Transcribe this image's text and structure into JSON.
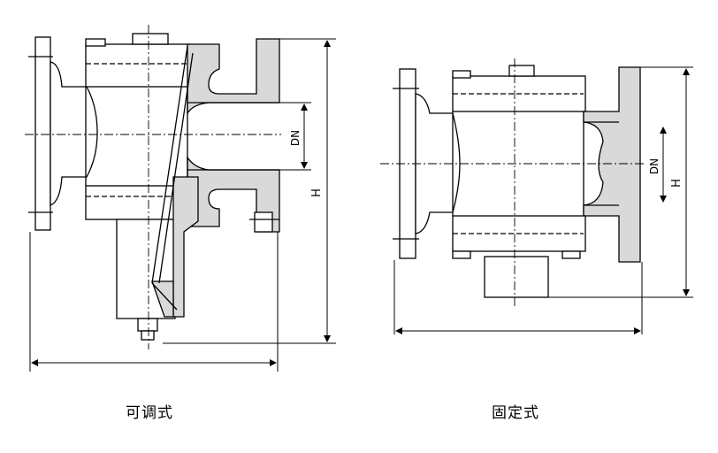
{
  "figures": [
    {
      "caption": "可调式",
      "dims": {
        "height": "H",
        "nominal_diameter": "DN"
      }
    },
    {
      "caption": "固定式",
      "dims": {
        "height": "H",
        "nominal_diameter": "DN"
      }
    }
  ],
  "colors": {
    "line": "#000000",
    "hatch_fill": "#d9d9d9",
    "background": "#ffffff"
  }
}
